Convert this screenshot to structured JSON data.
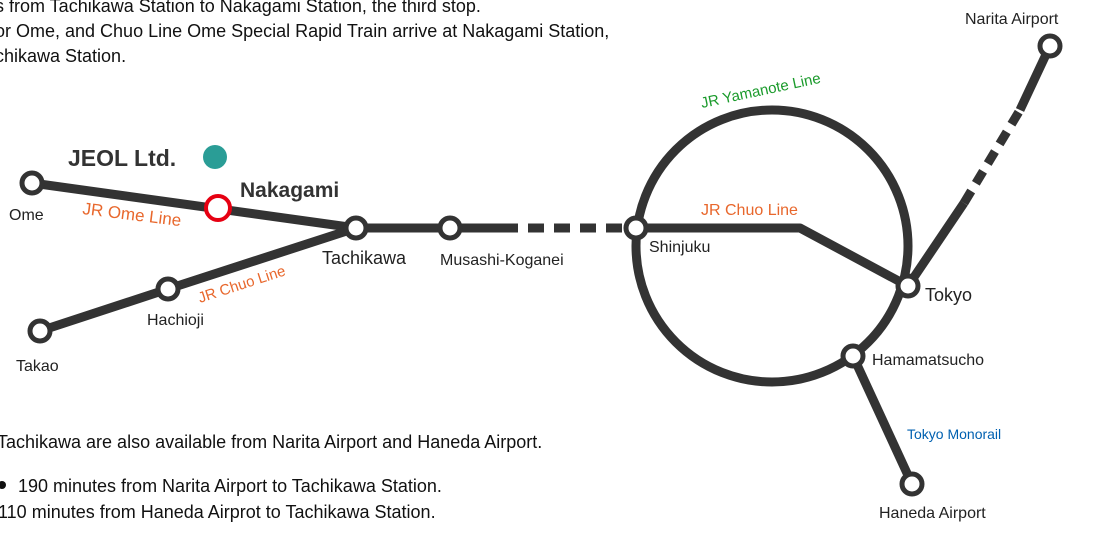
{
  "intro": {
    "line1": "s from Tachikawa Station to Nakagami Station, the third stop.",
    "line2": "or Ome, and Chuo Line Ome Special Rapid Train arrive at Nakagami Station,",
    "line3": "chikawa Station."
  },
  "company": {
    "label": "JEOL Ltd."
  },
  "stations": {
    "ome": "Ome",
    "nakagami": "Nakagami",
    "tachikawa": "Tachikawa",
    "musashi_koganei": "Musashi-Koganei",
    "shinjuku": "Shinjuku",
    "tokyo": "Tokyo",
    "hamamatsucho": "Hamamatsucho",
    "haneda_airport": "Haneda Airport",
    "narita_airport": "Narita Airport",
    "hachioji": "Hachioji",
    "takao": "Takao"
  },
  "lines": {
    "ome_line": "JR Ome Line",
    "chuo_line_west": "JR Chuo Line",
    "chuo_line_east": "JR Chuo Line",
    "yamanote_line": "JR Yamanote Line",
    "tokyo_monorail": "Tokyo Monorail"
  },
  "notes": {
    "airports": "Tachikawa are also available from Narita Airport and Haneda Airport.",
    "narita_time": "190 minutes from Narita Airport to Tachikawa Station.",
    "haneda_time": "110 minutes from Haneda Airprot to Tachikawa Station."
  },
  "colors": {
    "track": "#333333",
    "station_fill": "#ffffff",
    "highlight_station": "#e60012",
    "company_marker": "#2a9d96",
    "line_label_orange": "#e8672c",
    "yamanote_green": "#1a9a2b",
    "monorail_blue": "#0060b0",
    "text": "#222222"
  }
}
